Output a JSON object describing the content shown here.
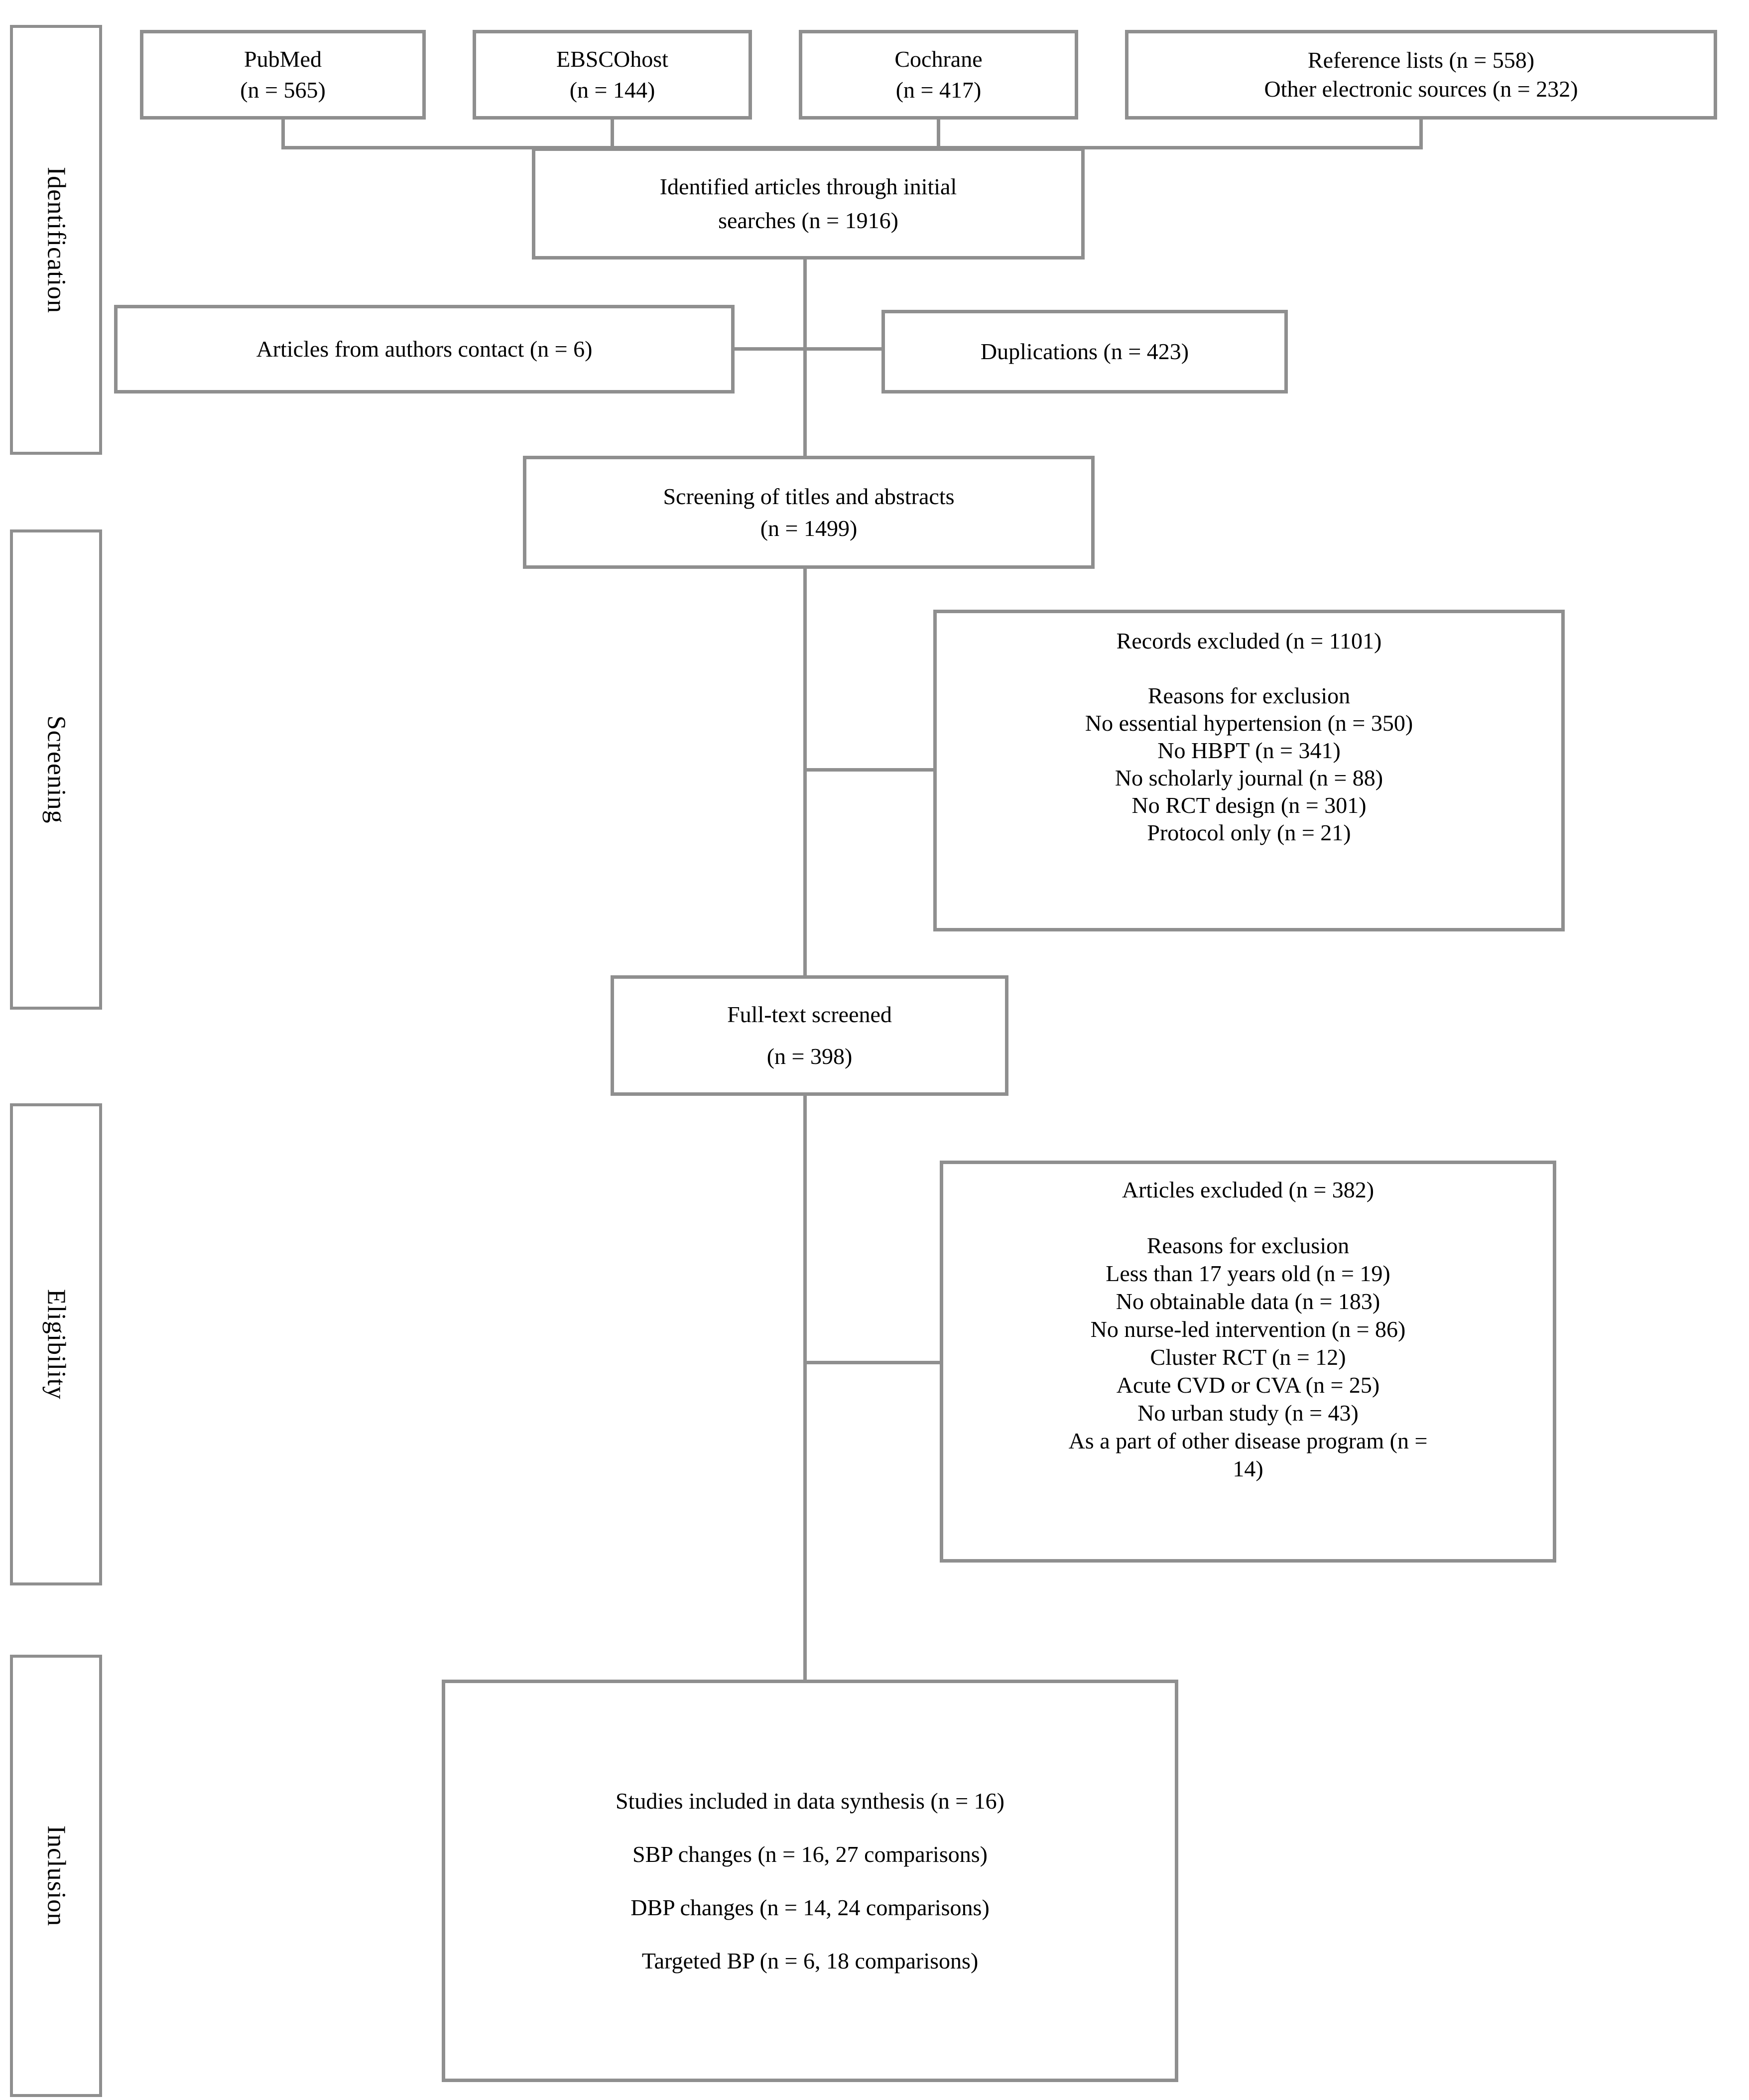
{
  "diagram": {
    "title": "PRISMA-style study selection flow diagram",
    "colors": {
      "border": "#8f8f8f",
      "line": "#8f8f8f",
      "text": "#000000",
      "background": "#ffffff"
    },
    "stages": {
      "identification": "Identification",
      "screening": "Screening",
      "eligibility": "Eligibility",
      "inclusion": "Inclusion"
    },
    "boxes": {
      "pubmed": {
        "lines": [
          "PubMed",
          "(n = 565)"
        ]
      },
      "ebscohost": {
        "lines": [
          "EBSCOhost",
          "(n = 144)"
        ]
      },
      "cochrane": {
        "lines": [
          "Cochrane",
          "(n = 417)"
        ]
      },
      "reference_lists": {
        "lines": [
          "Reference lists (n = 558)",
          "Other electronic sources (n = 232)"
        ]
      },
      "identified": {
        "lines": [
          "Identified articles through initial",
          "searches (n = 1916)"
        ]
      },
      "authors_contact": {
        "lines": [
          "Articles from authors contact (n = 6)"
        ]
      },
      "duplications": {
        "lines": [
          "Duplications (n = 423)"
        ]
      },
      "screening_titles": {
        "lines": [
          "Screening of titles and abstracts",
          "(n = 1499)"
        ]
      },
      "records_excluded": {
        "lines": [
          "Records excluded (n = 1101)",
          "",
          "Reasons for exclusion",
          "No essential hypertension (n = 350)",
          "No HBPT (n = 341)",
          "No scholarly journal (n = 88)",
          "No RCT design (n = 301)",
          "Protocol only (n = 21)"
        ]
      },
      "fulltext_screened": {
        "lines": [
          "Full-text screened",
          "(n = 398)"
        ]
      },
      "articles_excluded": {
        "lines": [
          "Articles excluded (n = 382)",
          "",
          "Reasons for exclusion",
          "Less than 17 years old (n = 19)",
          "No obtainable data (n = 183)",
          "No nurse-led intervention (n = 86)",
          "Cluster RCT (n = 12)",
          "Acute CVD or CVA (n = 25)",
          "No urban study (n = 43)",
          "As a part of other disease program (n =",
          "14)"
        ]
      },
      "included": {
        "lines": [
          "Studies included in data synthesis (n = 16)",
          "SBP changes (n = 16, 27 comparisons)",
          "DBP changes (n = 14, 24 comparisons)",
          "Targeted BP (n = 6, 18 comparisons)"
        ]
      }
    }
  }
}
